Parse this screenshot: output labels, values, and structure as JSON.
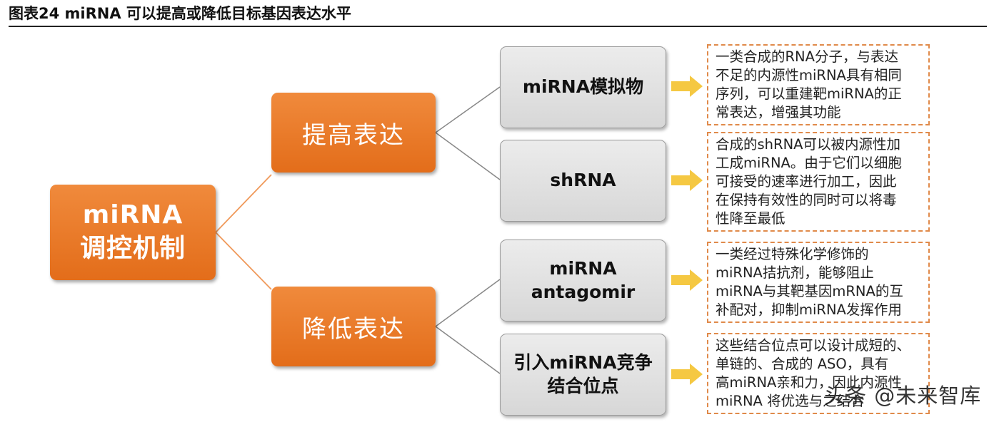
{
  "title": "图表24    miRNA 可以提高或降低目标基因表达水平",
  "root": {
    "line1": "miRNA",
    "line2": "调控机制"
  },
  "branches": [
    {
      "label": "提高表达",
      "leaves": [
        {
          "label_lines": [
            "miRNA模拟物"
          ],
          "desc_lines": [
            "一类合成的RNA分子，与表达",
            "不足的内源性miRNA具有相同",
            "序列，可以重建靶miRNA的正",
            "常表达，增强其功能"
          ]
        },
        {
          "label_lines": [
            "shRNA"
          ],
          "desc_lines": [
            "合成的shRNA可以被内源性加",
            "工成miRNA。由于它们以细胞",
            "可接受的速率进行加工，因此",
            "在保持有效性的同时可以将毒",
            "性降至最低"
          ]
        }
      ]
    },
    {
      "label": "降低表达",
      "leaves": [
        {
          "label_lines": [
            "miRNA",
            "antagomir"
          ],
          "desc_lines": [
            "一类经过特殊化学修饰的",
            "miRNA拮抗剂，能够阻止",
            "miRNA与其靶基因mRNA的互",
            "补配对，抑制miRNA发挥作用"
          ]
        },
        {
          "label_lines": [
            "引入miRNA竞争",
            "结合位点"
          ],
          "desc_lines": [
            "这些结合位点可以设计成短的、",
            "单链的、合成的 ASO，具有",
            "高miRNA亲和力，因此内源性",
            "miRNA 将优选与之结合"
          ]
        }
      ]
    }
  ],
  "watermark": "头条 @未来智库",
  "colors": {
    "node_orange": "#e8762b",
    "leaf_gray": "#e0e0e0",
    "arrow_yellow": "#f5c842",
    "dash_border": "#e08a4a",
    "connector": "#f0995a"
  }
}
